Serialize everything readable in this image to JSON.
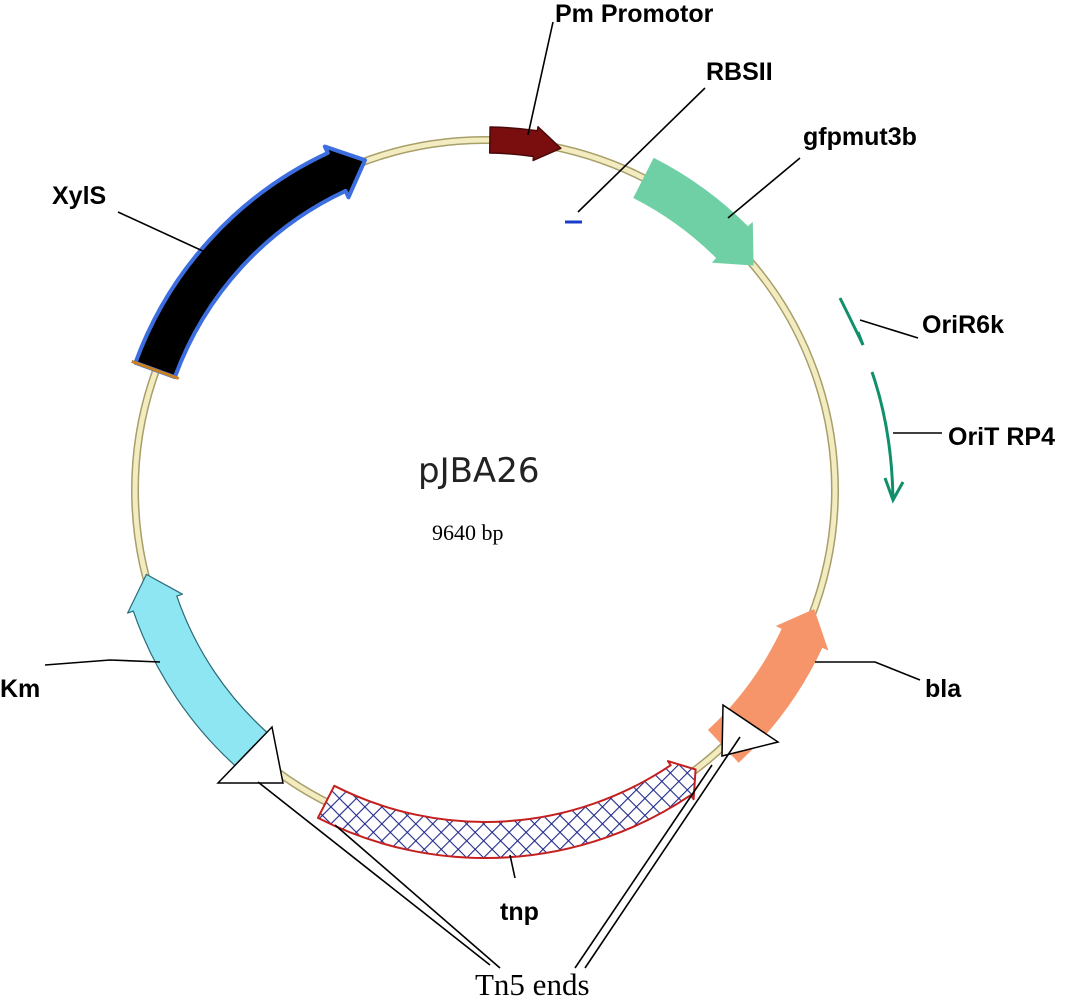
{
  "plasmid": {
    "name": "pJBA26",
    "size": "9640 bp"
  },
  "features": {
    "pm_promotor": "Pm Promotor",
    "rbsii": "RBSII",
    "gfpmut3b": "gfpmut3b",
    "orir6k": "OriR6k",
    "orit_rp4": "OriT RP4",
    "bla": "bla",
    "tnp": "tnp",
    "tn5_ends": "Tn5 ends",
    "km": "Km",
    "xyls": "XylS"
  },
  "colors": {
    "backbone": "#f2ecc0",
    "pm_promotor": "#7a0e0e",
    "rbsii": "#1a3ccc",
    "gfpmut3b": "#6fd0a6",
    "ori": "#0f8f6a",
    "bla": "#f7956a",
    "tnp_outline": "#c42020",
    "tnp_hatch": "#1f2a8a",
    "km": "#8ee6f2",
    "xyls_fill": "#000000",
    "xyls_outline": "#3d6ee0"
  }
}
